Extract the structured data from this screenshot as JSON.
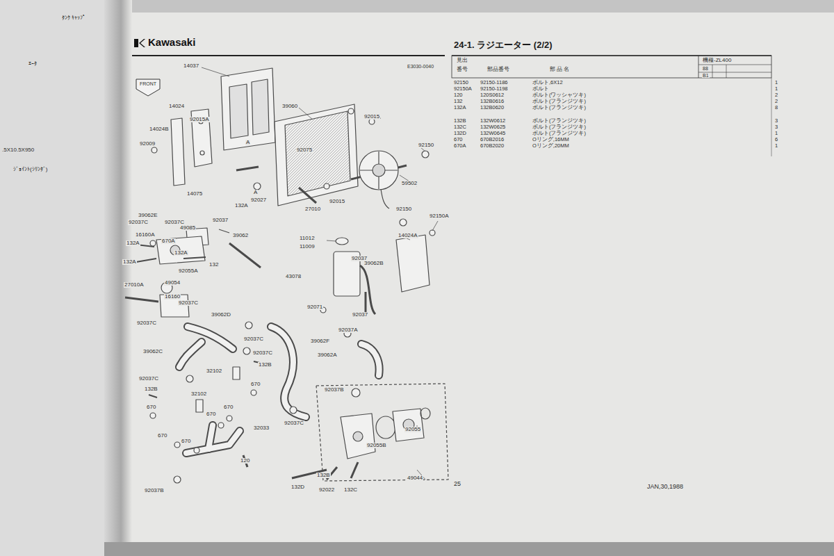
{
  "diagram": {
    "title": "24-1. ラジエーター (2/2)",
    "labels": [
      "Kawasaki",
      "FRONT",
      "E3030-0040",
      "14037",
      "39060",
      "14024",
      "92015A",
      "14024B",
      "92009",
      "92015",
      "92075",
      "92150",
      "A",
      "A",
      "132A",
      "92027",
      "92015",
      "59502",
      "27010",
      "92150",
      "92150A",
      "14075",
      "39062E",
      "92037C",
      "92037C",
      "49085",
      "92037",
      "39062",
      "16160A",
      "670A",
      "132A",
      "132A",
      "132A",
      "132",
      "92055A",
      "49054",
      "27010A",
      "16160",
      "92037C",
      "92037C",
      "39062D",
      "11012",
      "11009",
      "14024A",
      "92037",
      "39062B",
      "43078",
      "92071",
      "92037",
      "92037C",
      "39062F",
      "92037A",
      "39062C",
      "92037C",
      "132B",
      "32102",
      "670",
      "39062A",
      "92037C",
      "132B",
      "32102",
      "670",
      "670",
      "670",
      "92037B",
      "92055",
      "32033",
      "670",
      "670",
      "92037C",
      "92055B",
      "120",
      "92037B",
      "132D",
      "132B",
      "92022",
      "132C",
      "49044",
      "25",
      "JAN,30,1988",
      "見出",
      "番号",
      "部品番号",
      "部 品 名",
      "機種-ZL400",
      "88",
      "B1",
      "92150",
      "92150-1186",
      "ボルト,6X12",
      "1",
      "92150A",
      "92150-1198",
      "ボルト",
      "1",
      "120",
      "120S0612",
      "ボルト(ワッシャツキ)",
      "2",
      "132",
      "132B0616",
      "ボルト(フランジツキ)",
      "2",
      "132A",
      "132B0620",
      "ボルト(フランジツキ)",
      "8",
      "132B",
      "132W0612",
      "ボルト(フランジツキ)",
      "3",
      "132C",
      "132W0625",
      "ボルト(フランジツキ)",
      "3",
      "132D",
      "132W0645",
      "ボルト(フランジツキ)",
      "1",
      "670",
      "670B2016",
      "Oリング,16MM",
      "6",
      "670A",
      "670B2020",
      "Oリング,20MM",
      "1",
      "ﾀﾝｸ ｷｬｯﾌﾟ",
      "ｴｰﾀ",
      ".5X10.5X950",
      "ｼﾞｮｲﾝﾄ(ｼﾘﾝﾀﾞ)"
    ]
  }
}
